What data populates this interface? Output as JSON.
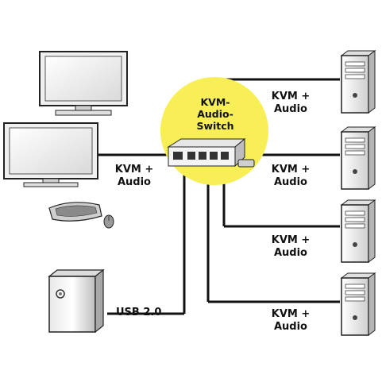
{
  "hub": {
    "title_lines": [
      "KVM-",
      "Audio-",
      "Switch"
    ],
    "circle_color": "#f7ef55",
    "icon": "kvm-switch-box"
  },
  "left_link": {
    "lines": [
      "KVM +",
      "Audio"
    ]
  },
  "usb_link": {
    "label": "USB 2.0"
  },
  "pc_links": [
    {
      "lines": [
        "KVM +",
        "Audio"
      ],
      "icon": "tower-pc"
    },
    {
      "lines": [
        "KVM +",
        "Audio"
      ],
      "icon": "tower-pc"
    },
    {
      "lines": [
        "KVM +",
        "Audio"
      ],
      "icon": "tower-pc"
    },
    {
      "lines": [
        "KVM +",
        "Audio"
      ],
      "icon": "tower-pc"
    }
  ],
  "devices": {
    "monitor_top": "monitor",
    "monitor_bottom": "monitor",
    "keyboard": "keyboard",
    "mouse": "mouse",
    "storage": "external-drive"
  },
  "colors": {
    "line": "#111111",
    "device_fill": "#f2f2f2",
    "device_stroke": "#222222"
  }
}
